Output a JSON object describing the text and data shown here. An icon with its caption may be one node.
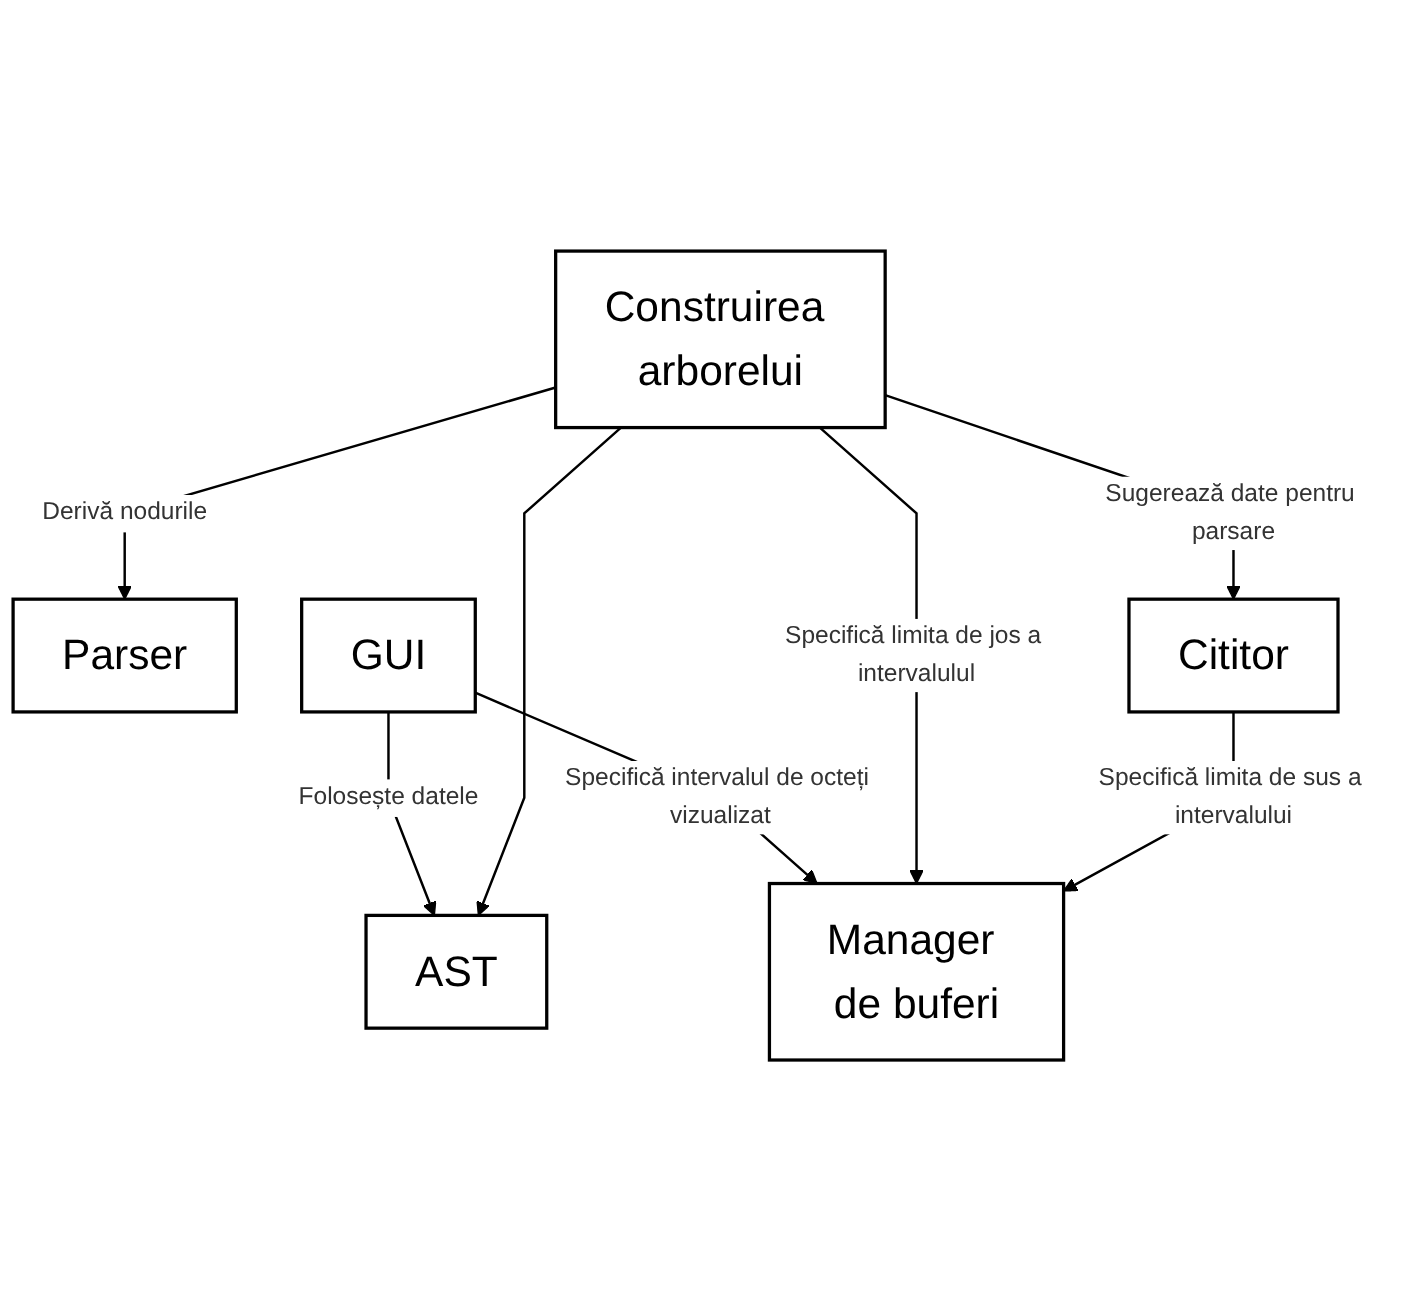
{
  "diagram": {
    "nodes": [
      {
        "text": [
          "AST"
        ]
      },
      {
        "text": [
          "GUI"
        ]
      },
      {
        "text": [
          "Construirea arborelui"
        ]
      },
      {
        "text": [
          "Manager de buferi"
        ]
      },
      {
        "text": [
          "Parser"
        ]
      },
      {
        "text": [
          "Cititor"
        ]
      }
    ],
    "edges": [
      {
        "from": 1,
        "to": 0,
        "arrow": "to",
        "label": "Folosește datele"
      },
      {
        "from": 1,
        "to": 3,
        "arrow": "to",
        "label": "Specifică intervalul de octeți vizualizat"
      },
      {
        "from": 2,
        "to": 0,
        "arrow": "to"
      },
      {
        "from": 2,
        "to": 3,
        "arrow": "to",
        "label": "Specifică limita de jos a intervalulul"
      },
      {
        "from": 2,
        "to": 4,
        "arrow": "to",
        "label": "Derivă nodurile"
      },
      {
        "from": 2,
        "to": 5,
        "arrow": "to",
        "label": "Sugerează date pentru parsare"
      },
      {
        "from": 5,
        "to": 3,
        "arrow": "to",
        "label": "Specifică limita de sus a intervalului"
      }
    ]
  }
}
